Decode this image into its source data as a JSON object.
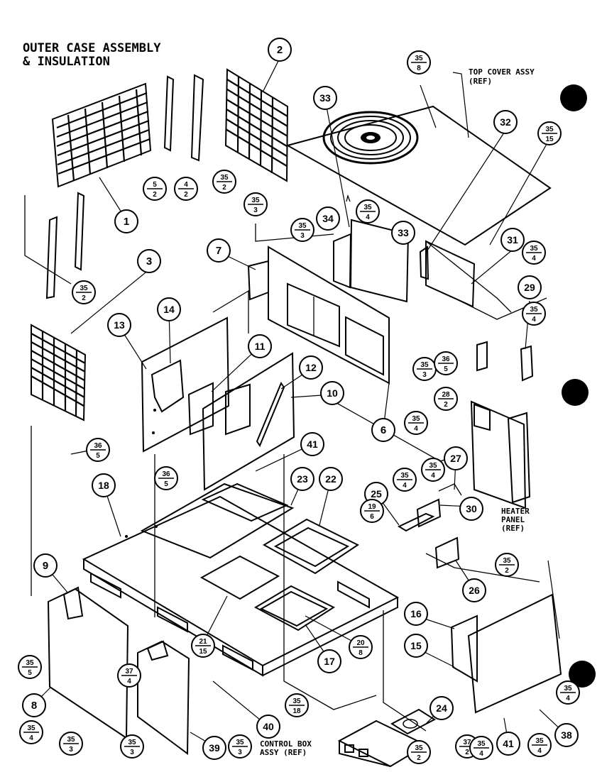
{
  "title": {
    "line1": "OUTER CASE ASSEMBLY",
    "line2": "& INSULATION"
  },
  "notes": [
    {
      "id": "top-cover",
      "lines": [
        "TOP COVER ASSY",
        "(REF)"
      ]
    },
    {
      "id": "heater-panel",
      "lines": [
        "HEATER",
        "PANEL",
        "(REF)"
      ]
    },
    {
      "id": "control-box",
      "lines": [
        "CONTROL BOX",
        "ASSY (REF)"
      ]
    }
  ],
  "callouts": [
    {
      "label": "1"
    },
    {
      "label": "2"
    },
    {
      "label": "3"
    },
    {
      "label": "6"
    },
    {
      "label": "7"
    },
    {
      "label": "8"
    },
    {
      "label": "9"
    },
    {
      "label": "10"
    },
    {
      "label": "11"
    },
    {
      "label": "12"
    },
    {
      "label": "13"
    },
    {
      "label": "14"
    },
    {
      "label": "15"
    },
    {
      "label": "16"
    },
    {
      "label": "17"
    },
    {
      "label": "18"
    },
    {
      "label": "22"
    },
    {
      "label": "23"
    },
    {
      "label": "24"
    },
    {
      "label": "25"
    },
    {
      "label": "26"
    },
    {
      "label": "27"
    },
    {
      "label": "29"
    },
    {
      "label": "30"
    },
    {
      "label": "31"
    },
    {
      "label": "32"
    },
    {
      "label": "33"
    },
    {
      "label": "33"
    },
    {
      "label": "34"
    },
    {
      "label": "38"
    },
    {
      "label": "39"
    },
    {
      "label": "40"
    },
    {
      "label": "41"
    },
    {
      "label": "41"
    }
  ],
  "fractions": [
    {
      "num": "35",
      "den": "8"
    },
    {
      "num": "35",
      "den": "15"
    },
    {
      "num": "5",
      "den": "2"
    },
    {
      "num": "4",
      "den": "2"
    },
    {
      "num": "35",
      "den": "2"
    },
    {
      "num": "35",
      "den": "3"
    },
    {
      "num": "35",
      "den": "3"
    },
    {
      "num": "35",
      "den": "4"
    },
    {
      "num": "35",
      "den": "4"
    },
    {
      "num": "35",
      "den": "2"
    },
    {
      "num": "35",
      "den": "3"
    },
    {
      "num": "36",
      "den": "5"
    },
    {
      "num": "28",
      "den": "2"
    },
    {
      "num": "35",
      "den": "4"
    },
    {
      "num": "36",
      "den": "5"
    },
    {
      "num": "36",
      "den": "5"
    },
    {
      "num": "35",
      "den": "4"
    },
    {
      "num": "35",
      "den": "4"
    },
    {
      "num": "19",
      "den": "6"
    },
    {
      "num": "35",
      "den": "2"
    },
    {
      "num": "35",
      "den": "4"
    },
    {
      "num": "35",
      "den": "5"
    },
    {
      "num": "37",
      "den": "4"
    },
    {
      "num": "21",
      "den": "15"
    },
    {
      "num": "20",
      "den": "8"
    },
    {
      "num": "35",
      "den": "4"
    },
    {
      "num": "35",
      "den": "3"
    },
    {
      "num": "35",
      "den": "3"
    },
    {
      "num": "35",
      "den": "3"
    },
    {
      "num": "35",
      "den": "18"
    },
    {
      "num": "35",
      "den": "2"
    },
    {
      "num": "37",
      "den": "2"
    },
    {
      "num": "35",
      "den": "4"
    },
    {
      "num": "35",
      "den": "4"
    },
    {
      "num": "35",
      "den": "4"
    }
  ]
}
